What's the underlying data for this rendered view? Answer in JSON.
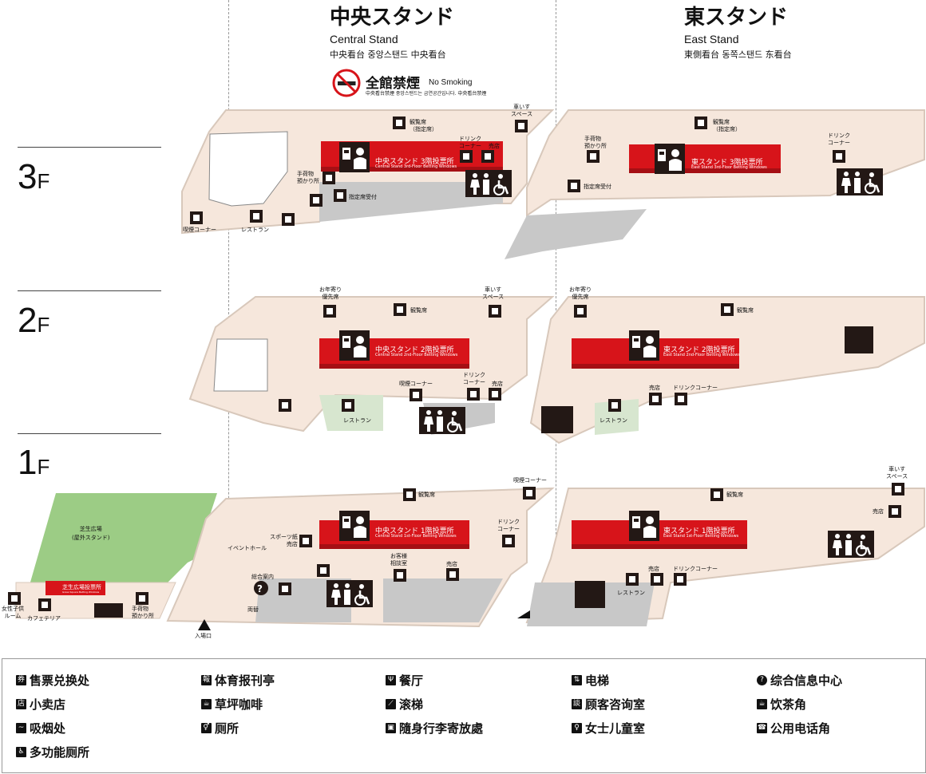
{
  "stands": {
    "central": {
      "title": "中央スタンド",
      "english": "Central Stand",
      "sub": "中央看台  중앙스탠드  中央看台"
    },
    "east": {
      "title": "東スタンド",
      "english": "East Stand",
      "sub": "東側看台  동쪽스탠드  东看台"
    }
  },
  "no_smoking": {
    "label": "全館禁煙",
    "english": "No Smoking",
    "sub": "中央看台禁煙  중앙스탠드는 금연공간입니다.  中央看台禁煙"
  },
  "floors": {
    "f3": "3",
    "f2": "2",
    "f1": "1",
    "suffix": "F"
  },
  "map": {
    "c3_windows": "中央スタンド 3階投票所",
    "c3_windows_en": "Central Stand 3rd-Floor Betting Windows",
    "e3_windows": "東スタンド 3階投票所",
    "e3_windows_en": "East Stand 3rd-Floor Betting Windows",
    "c2_windows": "中央スタンド 2階投票所",
    "c2_windows_en": "Central Stand 2nd-Floor Betting Windows",
    "e2_windows": "東スタンド 2階投票所",
    "e2_windows_en": "East Stand 2nd-Floor Betting Windows",
    "c1_windows": "中央スタンド 1階投票所",
    "c1_windows_en": "Central Stand 1st-Floor Betting Windows",
    "e1_windows": "東スタンド 1階投票所",
    "e1_windows_en": "East Stand 1st-Floor Betting Windows",
    "turf_windows": "芝生広場投票所",
    "turf_windows_en": "Grass Square Betting Windows",
    "seats_reserved": "観覧席",
    "seats_reserved_sub": "（指定席）",
    "seats": "観覧席",
    "wheelchair1": "車いす",
    "wheelchair2": "スペース",
    "drink1": "ドリンク",
    "drink2": "コーナー",
    "drink_corner": "ドリンクコーナー",
    "shop": "売店",
    "baggage1": "手荷物",
    "baggage2": "預かり所",
    "reserved_reception": "指定席受付",
    "smoking": "喫煙コーナー",
    "restaurant": "レストラン",
    "elderly1": "お年寄り",
    "elderly2": "優先席",
    "turf1": "芝生広場",
    "turf2": "(屋外スタンド)",
    "event_hall": "イベントホール",
    "sports_papers1": "スポーツ紙",
    "sports_papers2": "売店",
    "info": "総合案内",
    "atm": "両替",
    "consult1": "お客様",
    "consult2": "相談室",
    "kids1": "女性子供",
    "kids2": "ルーム",
    "cafeteria": "カフェテリア",
    "entrance": "入場口"
  },
  "legend": [
    {
      "icon": "ticket",
      "glyph": "券",
      "label": "售票兑换处"
    },
    {
      "icon": "newspaper",
      "glyph": "報",
      "label": "体育报刊亭"
    },
    {
      "icon": "restaurant",
      "glyph": "Ψ",
      "label": "餐厅"
    },
    {
      "icon": "elevator",
      "glyph": "⇅",
      "label": "电梯"
    },
    {
      "icon": "info",
      "glyph": "?",
      "label": "综合信息中心"
    },
    {
      "icon": "shop",
      "glyph": "店",
      "label": "小卖店"
    },
    {
      "icon": "cafe",
      "glyph": "☕",
      "label": "草坪咖啡"
    },
    {
      "icon": "escalator",
      "glyph": "⟋",
      "label": "滚梯"
    },
    {
      "icon": "consultation",
      "glyph": "談",
      "label": "顾客咨询室"
    },
    {
      "icon": "drink",
      "glyph": "☕",
      "label": "饮茶角"
    },
    {
      "icon": "smoking",
      "glyph": "~",
      "label": "吸烟处"
    },
    {
      "icon": "restroom",
      "glyph": "⚥",
      "label": "厕所"
    },
    {
      "icon": "baggage",
      "glyph": "▣",
      "label": "隨身行李寄放處"
    },
    {
      "icon": "nursery",
      "glyph": "♀",
      "label": "女士儿童室"
    },
    {
      "icon": "phone",
      "glyph": "☎",
      "label": "公用电话角"
    },
    {
      "icon": "accessible",
      "glyph": "♿",
      "label": "多功能厕所"
    }
  ],
  "colors": {
    "floor": "#f6e7dc",
    "floor_edge": "#d8c8bb",
    "grey": "#c8c8c8",
    "green": "#d7e6cf",
    "turf": "#9ccc85",
    "red": "#d7141a",
    "dark": "#231815"
  }
}
